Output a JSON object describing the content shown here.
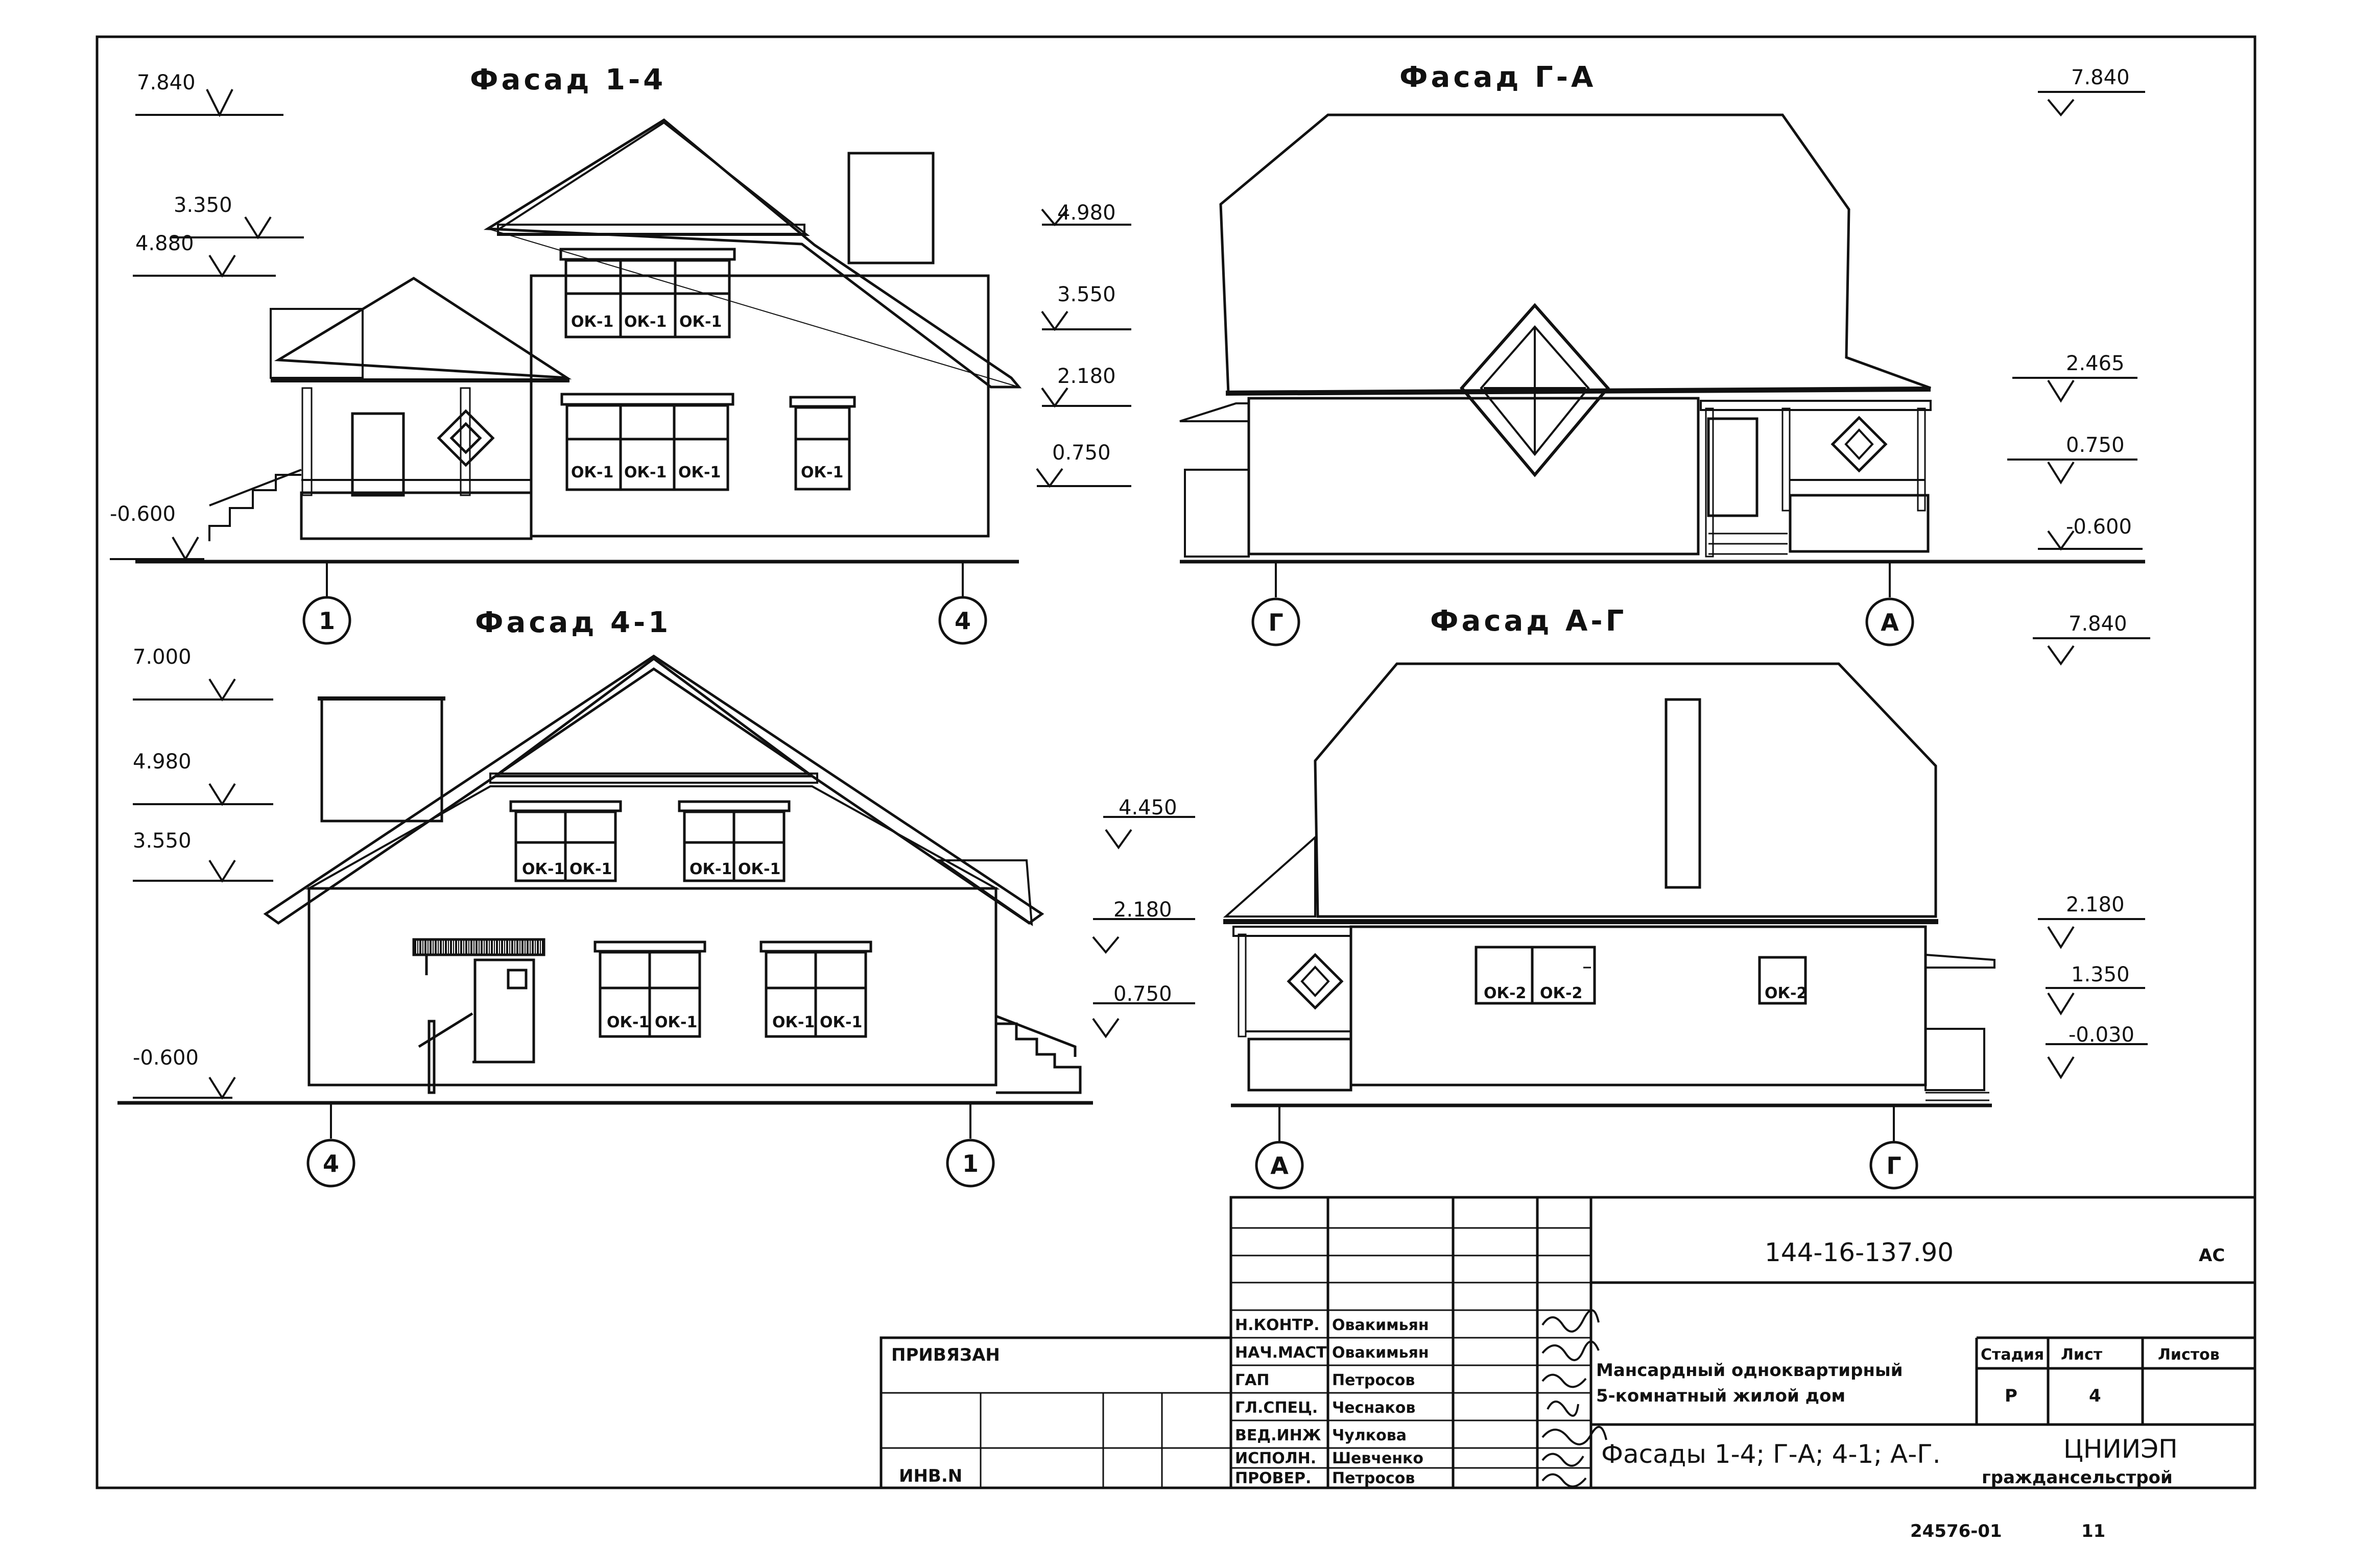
{
  "facades": [
    {
      "title": "Фасад 1-4",
      "axes": [
        "1",
        "4"
      ],
      "levels": [
        "7.840",
        "3.350",
        "4.880",
        "-0.600",
        "4.980",
        "3.550",
        "2.180",
        "0.750"
      ],
      "windows": [
        "ОК-1",
        "ОК-1",
        "ОК-1",
        "ОК-1",
        "ОК-1",
        "ОК-1",
        "ОК-1"
      ]
    },
    {
      "title": "Фасад Г-А",
      "axes": [
        "Г",
        "А"
      ],
      "levels": [
        "7.840",
        "2.465",
        "0.750",
        "-0.600"
      ]
    },
    {
      "title": "Фасад 4-1",
      "axes": [
        "4",
        "1"
      ],
      "levels": [
        "7.000",
        "4.980",
        "3.550",
        "-0.600",
        "4.450",
        "2.180",
        "0.750"
      ],
      "windows": [
        "ОК-1",
        "ОК-1",
        "ОК-1",
        "ОК-1",
        "ОК-1",
        "ОК-1",
        "ОК-1",
        "ОК-1"
      ]
    },
    {
      "title": "Фасад А-Г",
      "axes": [
        "А",
        "Г"
      ],
      "levels": [
        "7.840",
        "2.180",
        "1.350",
        "-0.030"
      ],
      "windows": [
        "ОК-2",
        "ОК-2",
        "ОК-2"
      ]
    }
  ],
  "title_block": {
    "code": "144-16-137.90",
    "mark": "АС",
    "bound": "ПРИВЯЗАН",
    "inv": "ИНВ.N",
    "roles": [
      {
        "role": "Н.КОНТР.",
        "name": "Овакимьян"
      },
      {
        "role": "НАЧ.МАСТ",
        "name": "Овакимьян"
      },
      {
        "role": "ГАП",
        "name": "Петросов"
      },
      {
        "role": "ГЛ.СПЕЦ.",
        "name": "Чеснаков"
      },
      {
        "role": "ВЕД.ИНЖ",
        "name": "Чулкова"
      },
      {
        "role": "ИСПОЛН.",
        "name": "Шевченко"
      },
      {
        "role": "ПРОВЕР.",
        "name": "Петросов"
      }
    ],
    "object_line1": "Мансардный одноквартирный",
    "object_line2": "5-комнатный жилой дом",
    "stage_h": "Стадия",
    "sheet_h": "Лист",
    "sheets_h": "Листов",
    "stage": "Р",
    "sheet": "4",
    "drawing": "Фасады 1-4; Г-А; 4-1; А-Г.",
    "org1": "ЦНИИЭП",
    "org2": "граждансельстрой"
  },
  "stamp_left": "24576-01",
  "stamp_right": "11"
}
